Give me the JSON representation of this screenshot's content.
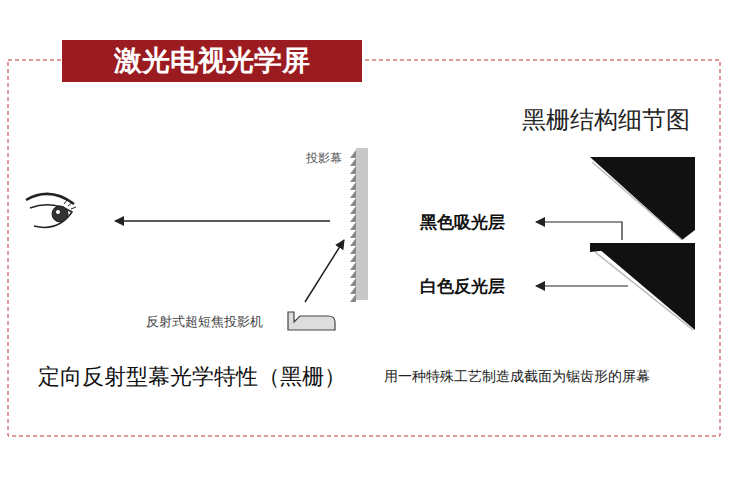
{
  "diagram": {
    "title": "激光电视光学屏",
    "labels": [
      "黑栅结构细节图",
      "投影幕",
      "反射式超短焦投影机",
      "黑色吸光层",
      "白色反光层",
      "定向反射型幕光学特性（黑栅）",
      "用一种特殊工艺制造成截面为锯齿形的屏幕"
    ]
  }
}
